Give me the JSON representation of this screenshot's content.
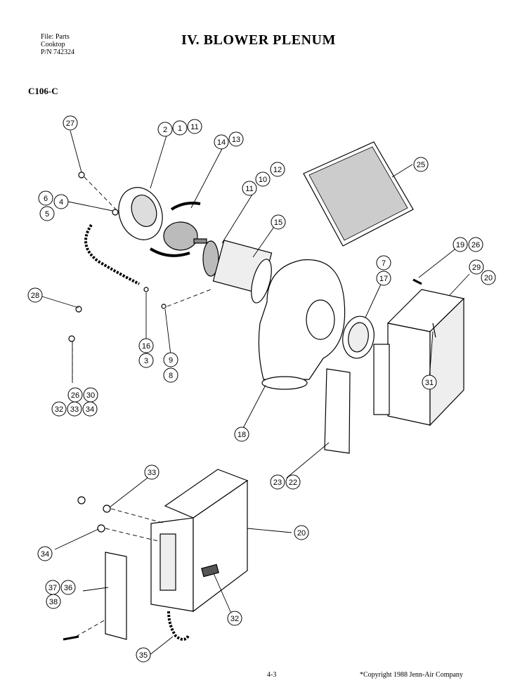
{
  "header": {
    "file_lines": [
      "File: Parts",
      "Cooktop",
      "P/N 742324"
    ],
    "title": "IV.  BLOWER PLENUM",
    "model": "C106-C"
  },
  "callouts": [
    "27",
    "2",
    "1",
    "11",
    "14",
    "13",
    "6",
    "4",
    "5",
    "11",
    "10",
    "12",
    "25",
    "15",
    "19",
    "26",
    "7",
    "29",
    "17",
    "20",
    "28",
    "16",
    "3",
    "9",
    "8",
    "31",
    "26",
    "30",
    "32",
    "33",
    "34",
    "18",
    "23",
    "22",
    "33",
    "20",
    "34",
    "37",
    "36",
    "38",
    "32",
    "35"
  ],
  "footer": {
    "page": "4-3",
    "copyright": "*Copyright 1988 Jenn-Air Company"
  }
}
